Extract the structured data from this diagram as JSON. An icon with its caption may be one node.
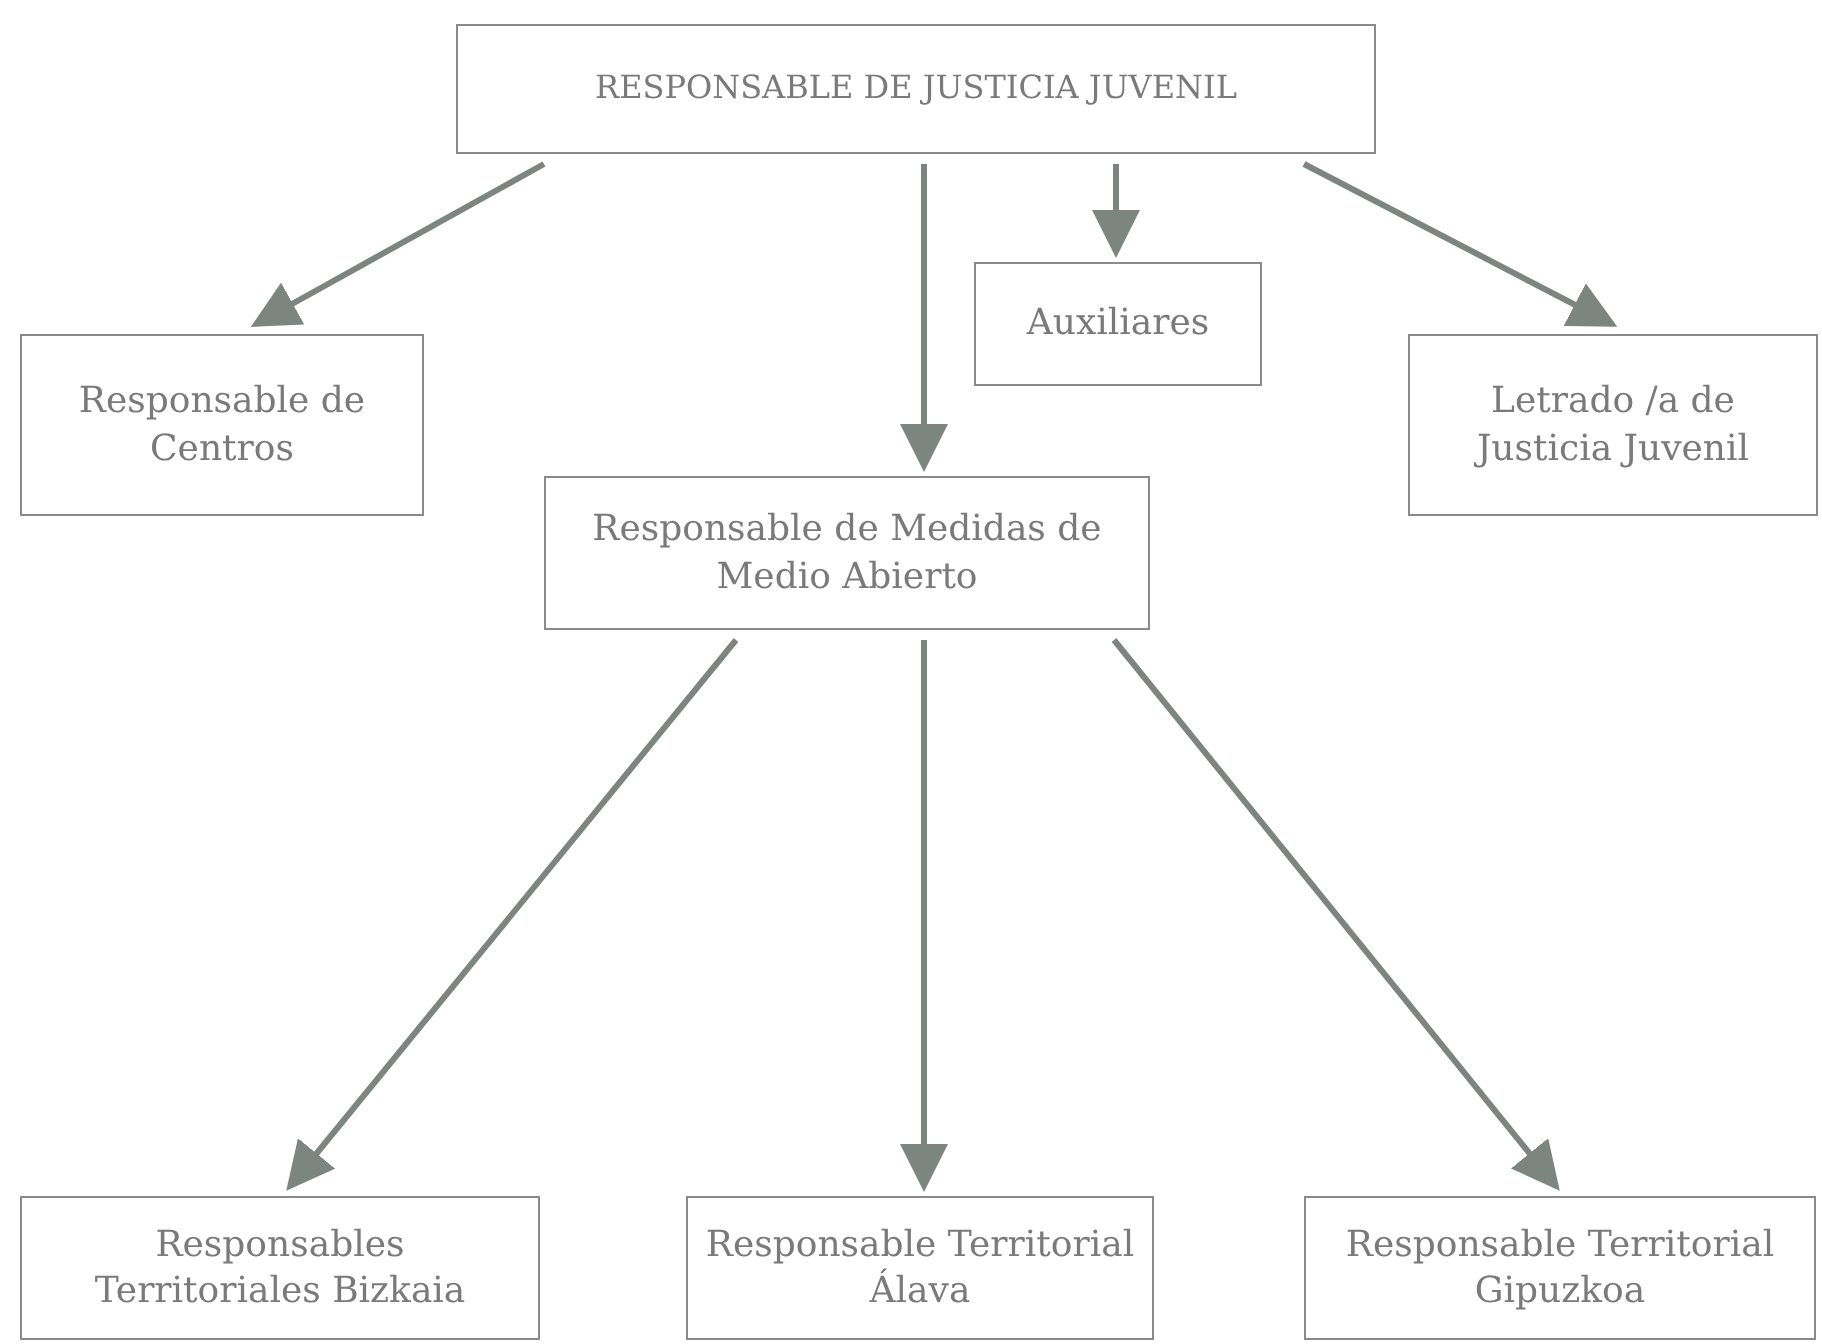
{
  "diagram": {
    "nodes": [
      {
        "text": [
          "RESPONSABLE DE JUSTICIA JUVENIL"
        ]
      },
      {
        "text": [
          "Responsable de Centros"
        ]
      },
      {
        "text": [
          "Auxiliares"
        ]
      },
      {
        "text": [
          "Letrado /a de Justicia Juvenil"
        ]
      },
      {
        "text": [
          "Responsable de Medidas de Medio Abierto"
        ]
      },
      {
        "text": [
          "Responsables Territoriales Bizkaia"
        ]
      },
      {
        "text": [
          "Responsable Territorial Álava"
        ]
      },
      {
        "text": [
          "Responsable Territorial Gipuzkoa"
        ]
      }
    ],
    "edges": [
      {
        "from": 0,
        "to": 1,
        "arrow": "to"
      },
      {
        "from": 0,
        "to": 4,
        "arrow": "to"
      },
      {
        "from": 0,
        "to": 2,
        "arrow": "to"
      },
      {
        "from": 0,
        "to": 3,
        "arrow": "to"
      },
      {
        "from": 4,
        "to": 5,
        "arrow": "to"
      },
      {
        "from": 4,
        "to": 6,
        "arrow": "to"
      },
      {
        "from": 4,
        "to": 7,
        "arrow": "to"
      }
    ]
  }
}
